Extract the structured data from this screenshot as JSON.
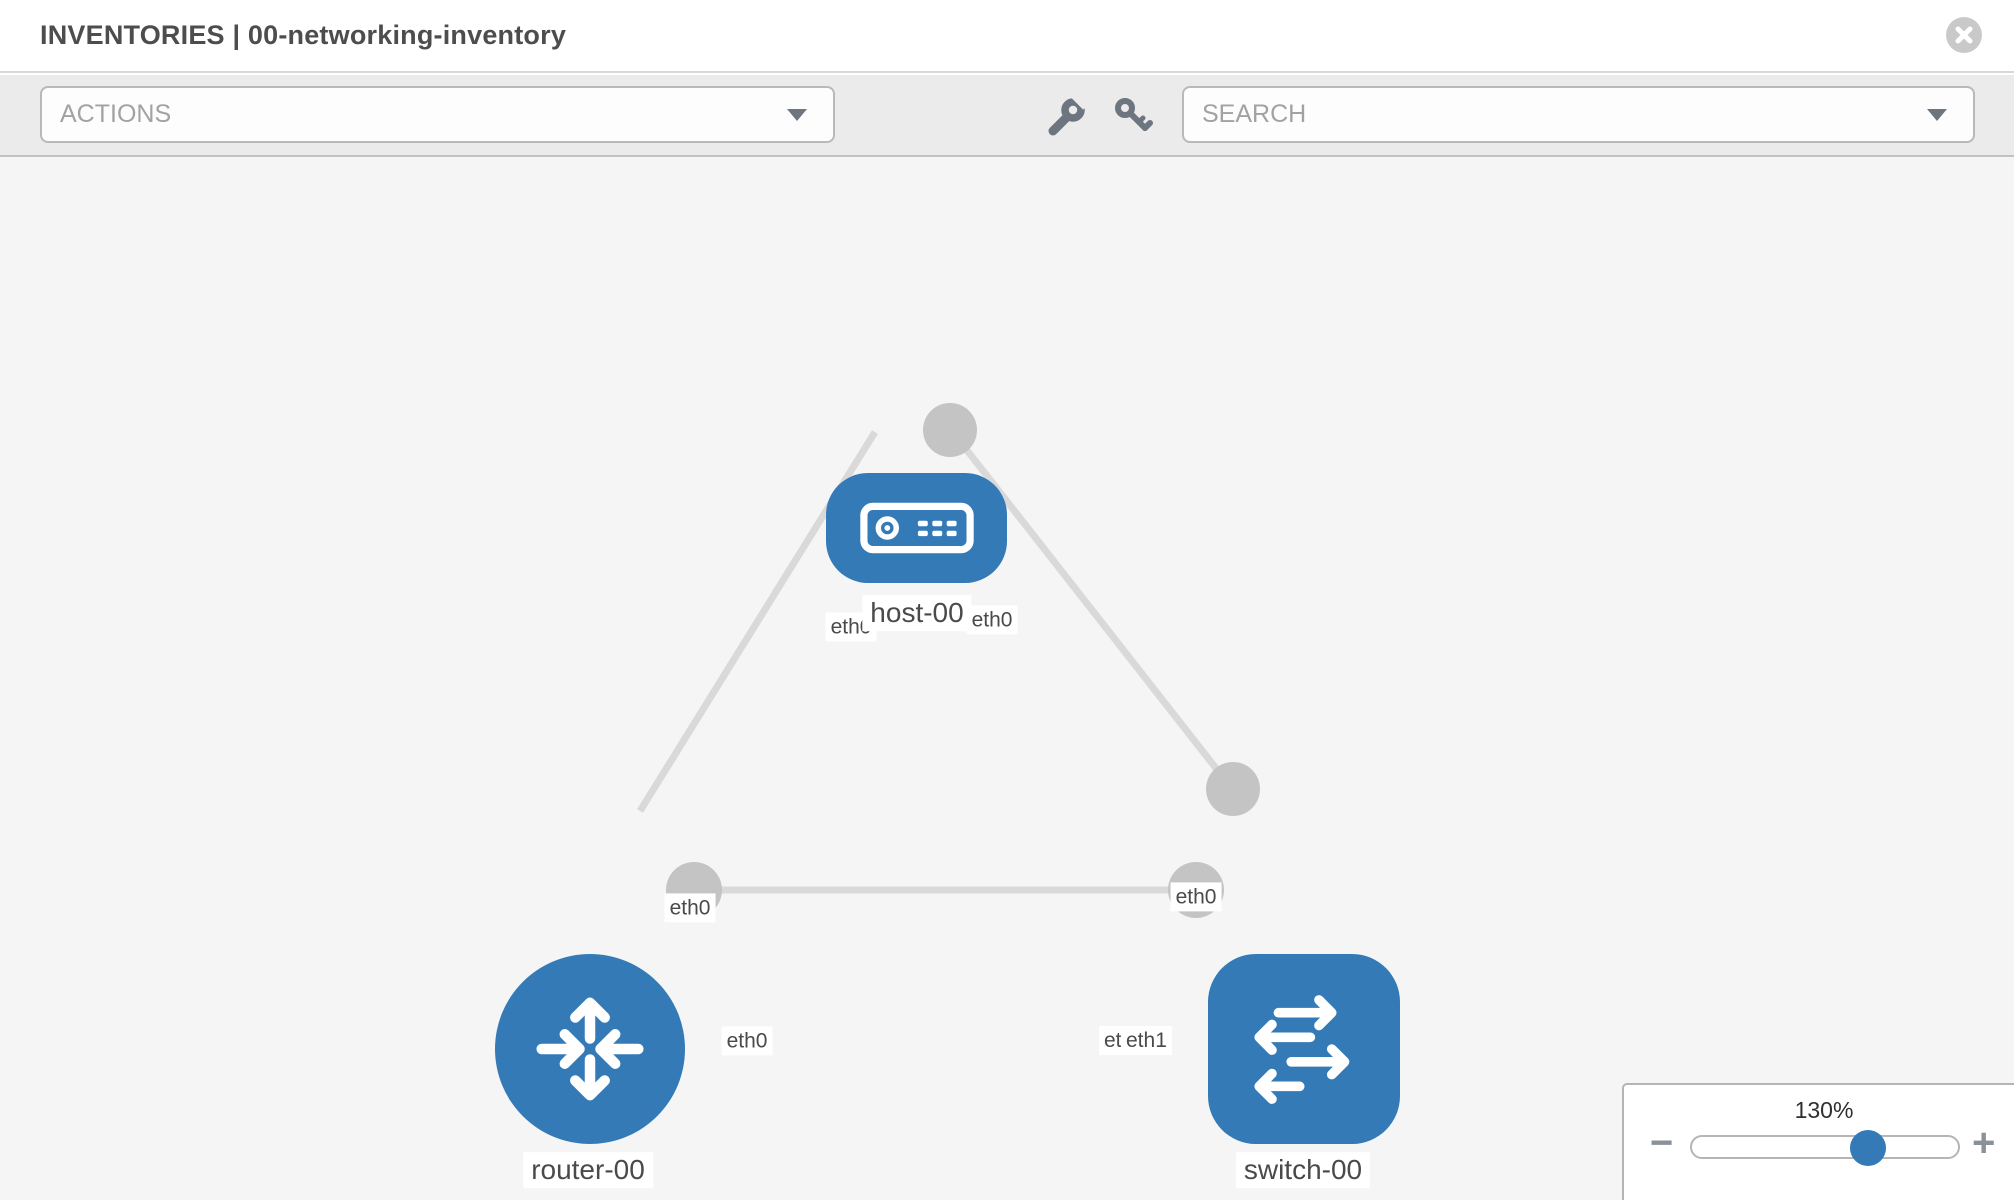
{
  "header": {
    "title": "INVENTORIES | 00-networking-inventory"
  },
  "toolbar": {
    "actions_placeholder": "ACTIONS",
    "search_placeholder": "SEARCH",
    "icons": [
      "wrench-icon",
      "key-icon"
    ]
  },
  "topology": {
    "nodes": [
      {
        "name": "host-00",
        "type": "host"
      },
      {
        "name": "router-00",
        "type": "router"
      },
      {
        "name": "switch-00",
        "type": "switch"
      }
    ],
    "links": [
      {
        "from": "host-00",
        "from_interface": "eth0",
        "to": "router-00",
        "to_interface": "eth0"
      },
      {
        "from": "host-00",
        "from_interface": "eth0",
        "to": "switch-00",
        "to_interface": "eth0"
      },
      {
        "from": "router-00",
        "from_interface": "eth0",
        "to": "switch-00",
        "to_interface": "eth1"
      }
    ],
    "overlapping_labels": [
      "eth0",
      "eth1"
    ]
  },
  "zoom_control": {
    "value": "130%",
    "minus": "−",
    "plus": "+"
  },
  "colors": {
    "node_blue": "#337ab7",
    "link_gray": "#d9d9d9",
    "connector_gray": "#c4c4c4",
    "canvas_bg": "#f5f5f5",
    "toolbar_bg": "#ebebeb"
  }
}
